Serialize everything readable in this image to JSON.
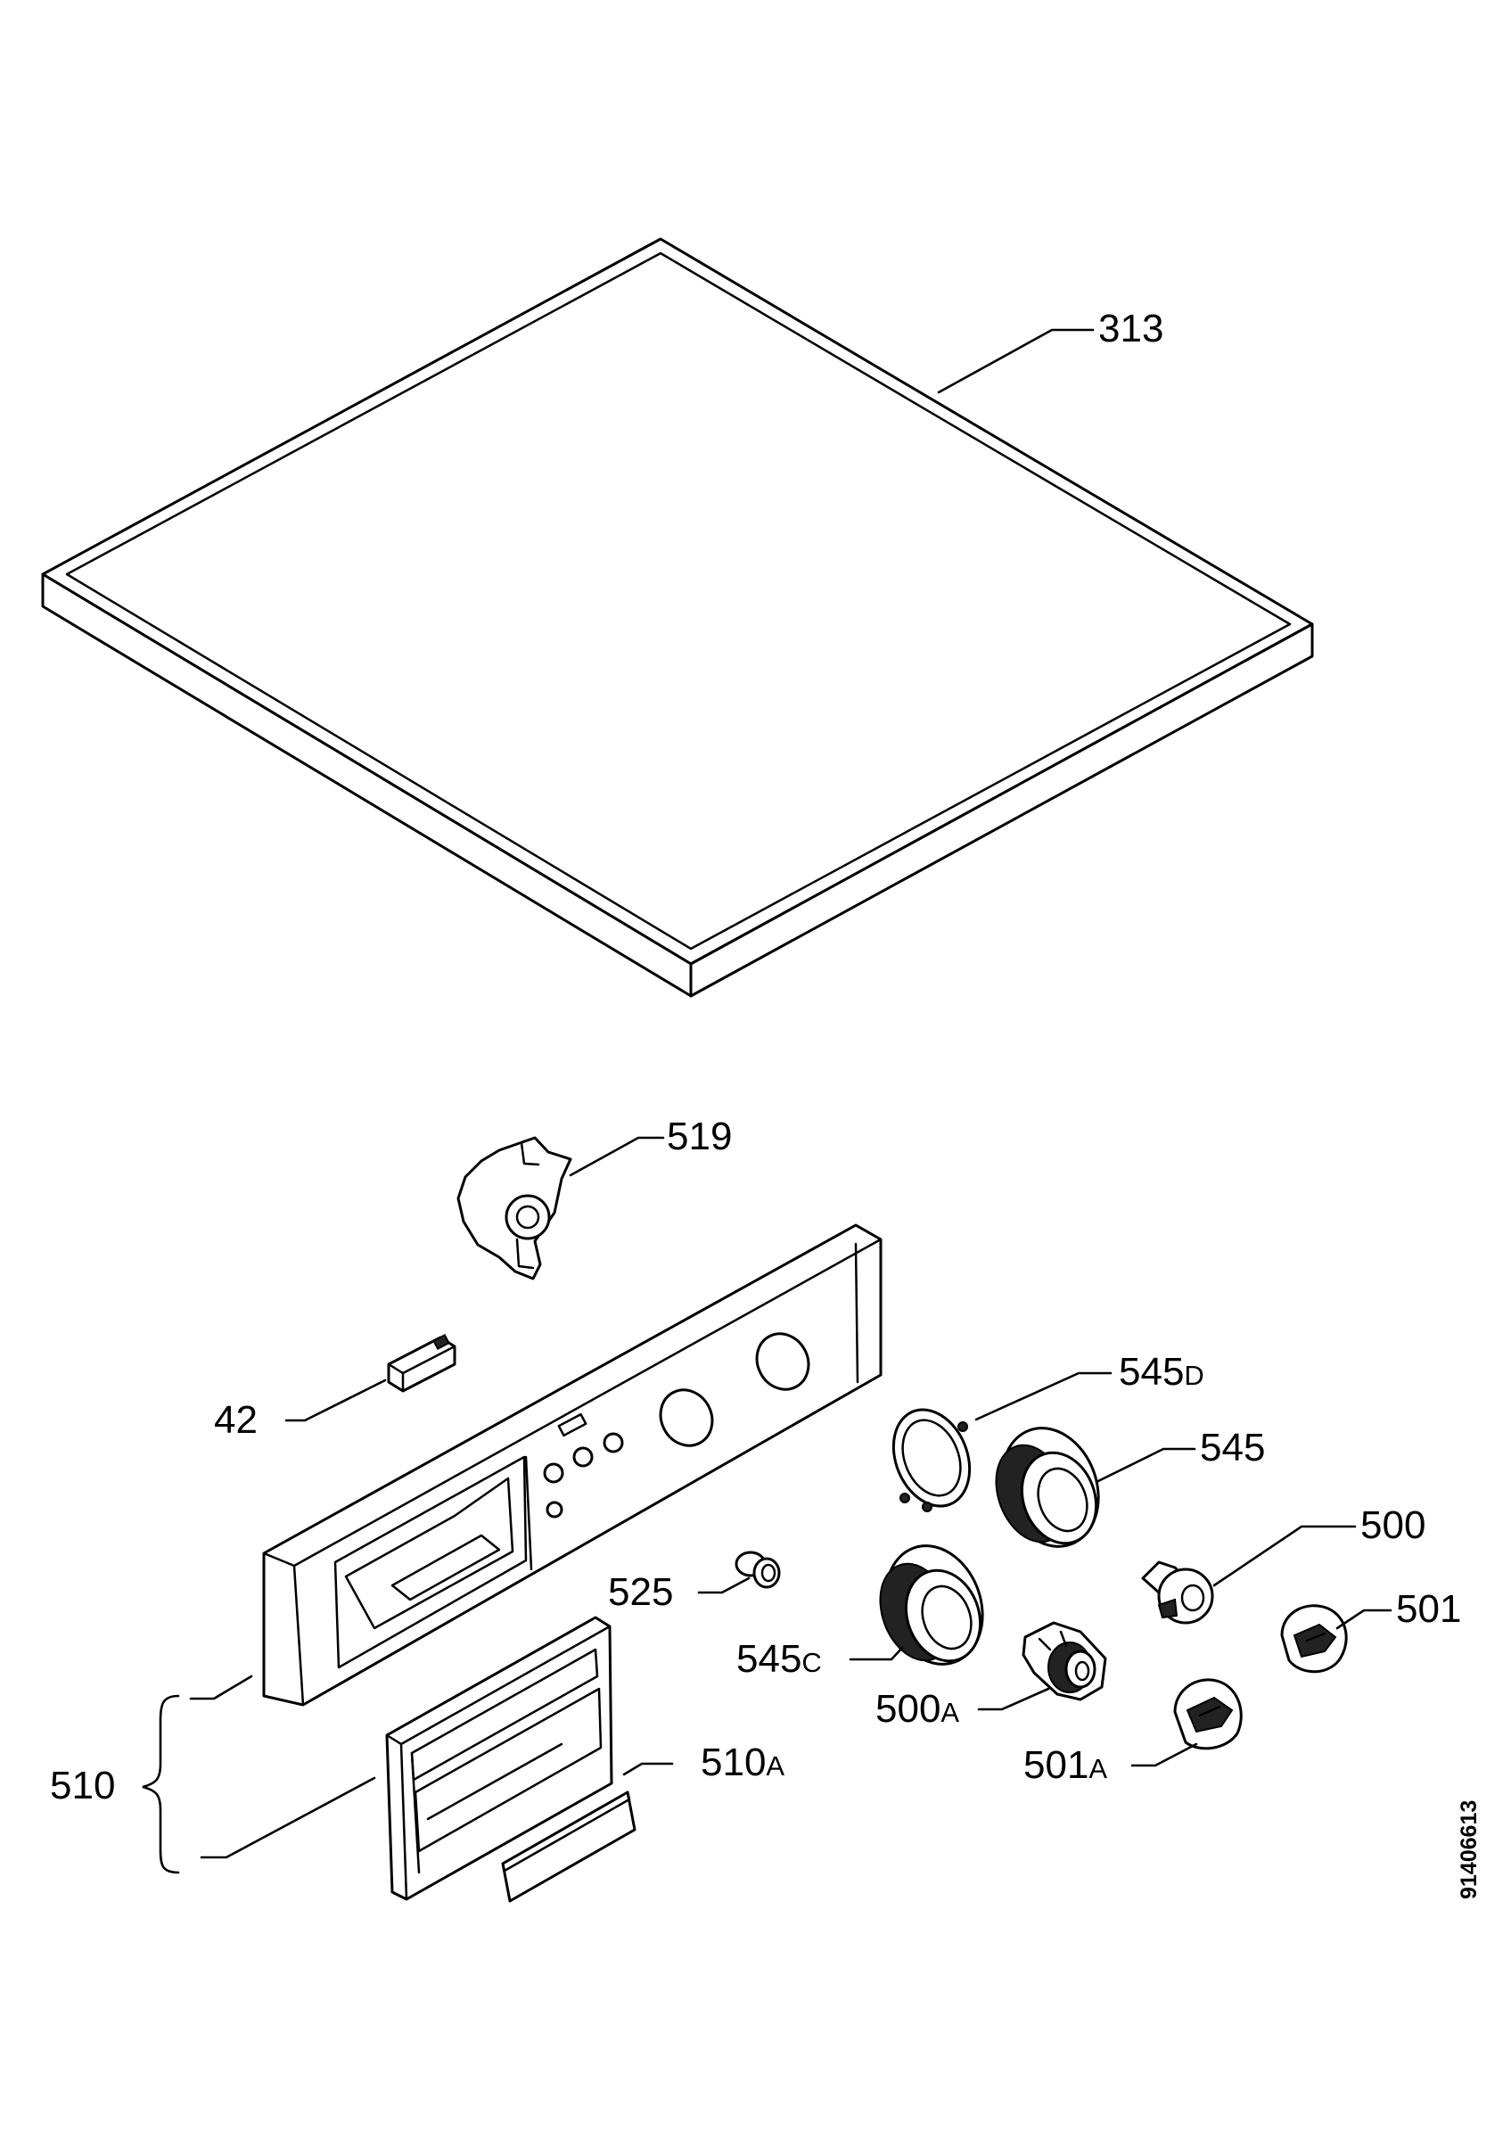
{
  "labels": {
    "p313": "313",
    "p519": "519",
    "p42": "42",
    "p545d_num": "545",
    "p545d_suffix": "D",
    "p545": "545",
    "p500": "500",
    "p525": "525",
    "p501": "501",
    "p545c_num": "545",
    "p545c_suffix": "C",
    "p500a_num": "500",
    "p500a_suffix": "A",
    "p501a_num": "501",
    "p501a_suffix": "A",
    "p510": "510",
    "p510a_num": "510",
    "p510a_suffix": "A"
  },
  "drawing_code": "91406613"
}
